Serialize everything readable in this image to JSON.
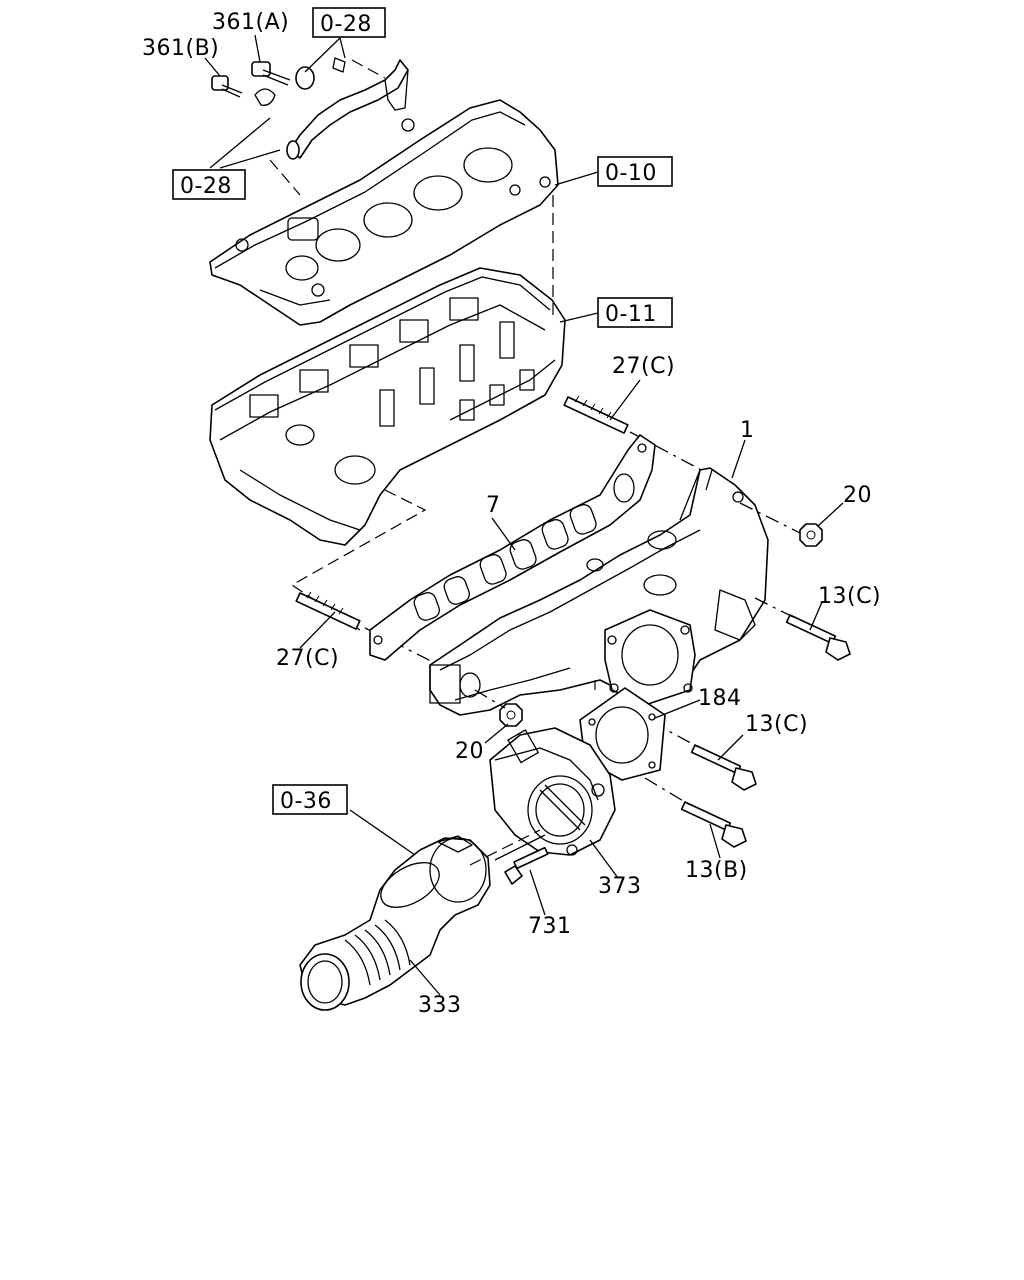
{
  "labels": {
    "l361a": "361(A)",
    "l361b": "361(B)",
    "ref_028_top": "0-28",
    "ref_028_left": "0-28",
    "ref_010": "0-10",
    "ref_011": "0-11",
    "l27c_top": "27(C)",
    "l1": "1",
    "l20_right": "20",
    "l7": "7",
    "l13c_right": "13(C)",
    "l27c_left": "27(C)",
    "l184": "184",
    "l13c_mid": "13(C)",
    "l20_left": "20",
    "ref_036": "0-36",
    "l13b": "13(B)",
    "l373": "373",
    "l731": "731",
    "l333": "333"
  }
}
